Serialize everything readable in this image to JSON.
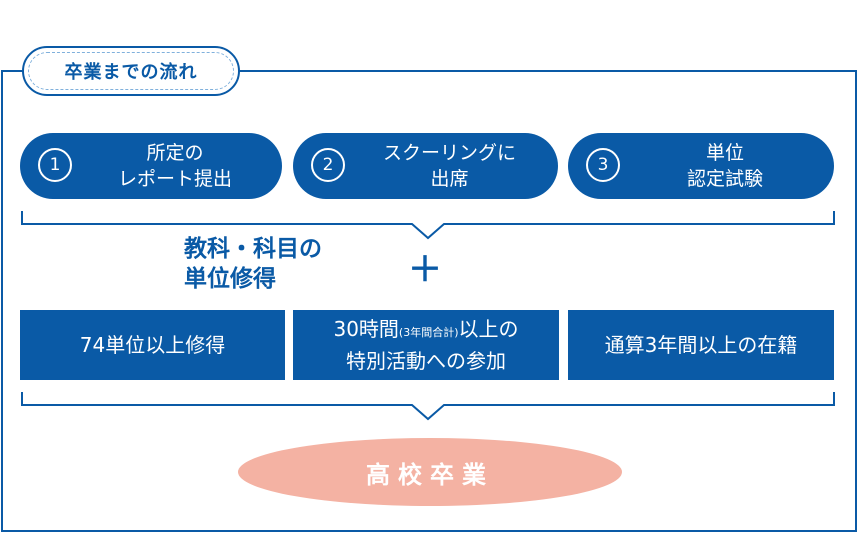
{
  "title": "卒業までの流れ",
  "steps": [
    {
      "num": "1",
      "line1": "所定の",
      "line2": "レポート提出"
    },
    {
      "num": "2",
      "line1": "スクーリングに",
      "line2": "出席"
    },
    {
      "num": "3",
      "line1": "単位",
      "line2": "認定試験"
    }
  ],
  "middle": {
    "line1": "教科・科目の",
    "line2": "単位修得",
    "plus": "＋"
  },
  "requirements": [
    {
      "line1": "74単位以上修得",
      "line2": ""
    },
    {
      "line1a": "30時間",
      "line1b": "(3年間合計)",
      "line1c": "以上の",
      "line2": "特別活動への参加"
    },
    {
      "line1": "通算3年間以上の在籍",
      "line2": ""
    }
  ],
  "goal": "高校卒業",
  "colors": {
    "primary": "#0a5aa6",
    "goal": "#f4b2a3"
  }
}
